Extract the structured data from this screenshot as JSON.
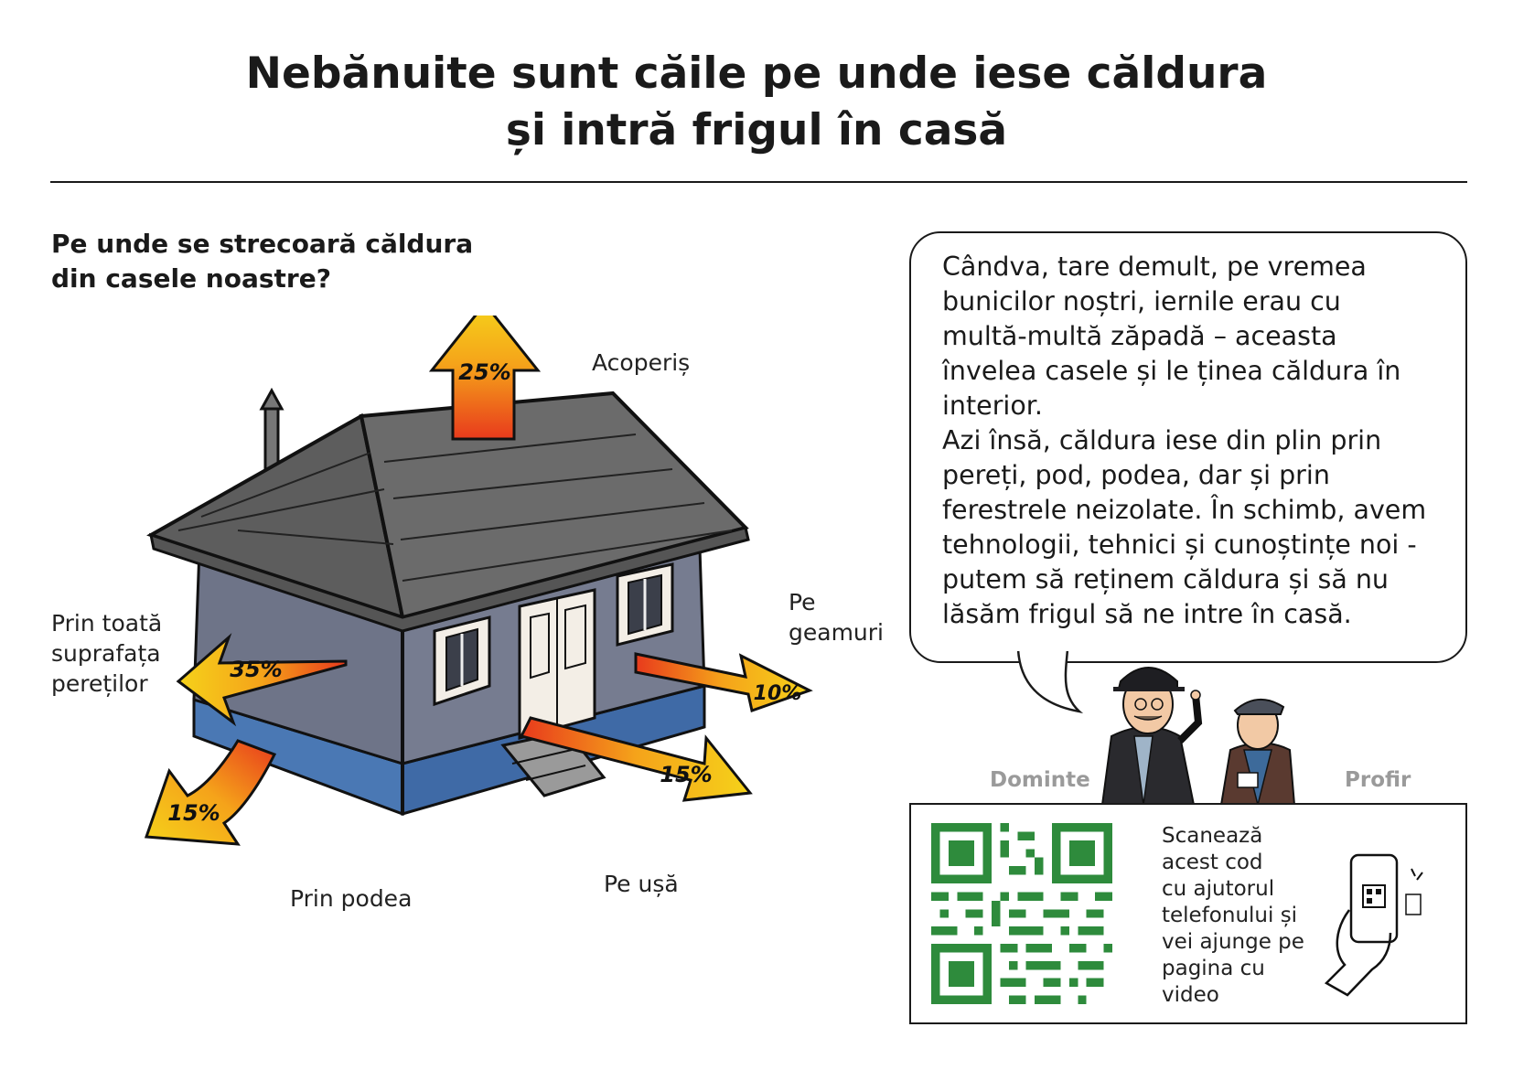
{
  "title": {
    "line1": "Nebănuite sunt căile pe unde iese căldura",
    "line2": "și intră frigul în casă"
  },
  "subtitle": {
    "line1": "Pe unde se strecoară căldura",
    "line2": "din casele noastre?"
  },
  "labels": {
    "roof": "Acoperiș",
    "windows_1": "Pe",
    "windows_2": "geamuri",
    "walls_1": "Prin toată",
    "walls_2": "suprafața",
    "walls_3": "pereților",
    "floor": "Prin podea",
    "door": "Pe ușă"
  },
  "percentages": {
    "roof": "25%",
    "walls": "35%",
    "windows": "10%",
    "door": "15%",
    "floor": "15%"
  },
  "bubble": {
    "lines": [
      "Cândva, tare demult, pe vremea",
      "bunicilor noștri, iernile erau cu",
      "multă-multă zăpadă – aceasta",
      "învelea casele și le ținea căldura în",
      "interior.",
      "Azi însă, căldura iese din plin prin",
      "pereți, pod, podea, dar și prin",
      "ferestrele neizolate. În schimb, avem",
      "tehnologii, tehnici și cunoștințe noi -",
      "putem să reținem căldura și să nu",
      "lăsăm frigul să ne intre în casă."
    ]
  },
  "characters": {
    "left": "Dominte",
    "right": "Profir"
  },
  "qr": {
    "lines": [
      "Scanează",
      "acest cod",
      "cu ajutorul",
      "telefonului și",
      "vei ajunge pe",
      "pagina cu",
      "video"
    ]
  },
  "colors": {
    "arrow_yellow": "#f5cf1a",
    "arrow_red": "#e83a1c",
    "wall": "#6e7488",
    "base": "#4a78b4",
    "roof": "#6b6b6b",
    "qr_green": "#2e8b3c"
  }
}
